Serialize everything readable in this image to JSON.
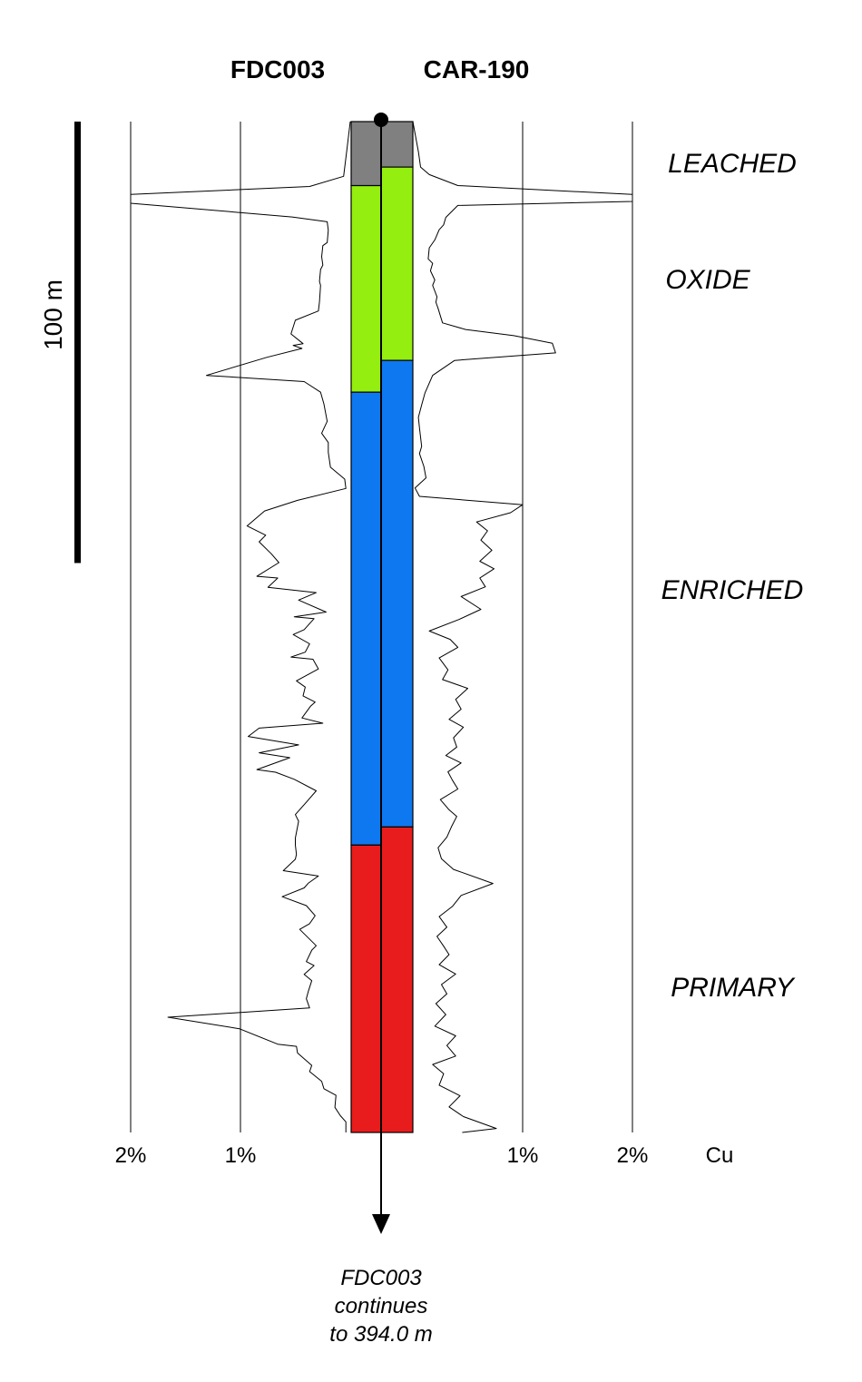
{
  "chart_data": {
    "type": "line",
    "holes": [
      {
        "name": "FDC003",
        "side": "left"
      },
      {
        "name": "CAR-190",
        "side": "right"
      }
    ],
    "axis": {
      "variable": "Cu",
      "unit_label": "Cu",
      "ticks": [
        {
          "side": "left",
          "value": 2,
          "label": "2%"
        },
        {
          "side": "left",
          "value": 1,
          "label": "1%"
        },
        {
          "side": "right",
          "value": 1,
          "label": "1%"
        },
        {
          "side": "right",
          "value": 2,
          "label": "2%"
        }
      ],
      "xlim": [
        0,
        2
      ],
      "grid": true
    },
    "depth_range_m": [
      0,
      229
    ],
    "scale_bar": {
      "label": "100 m",
      "length_m": 100
    },
    "zones": [
      {
        "name": "LEACHED",
        "color": "#808080",
        "FDC003": [
          0,
          14.5
        ],
        "CAR-190": [
          0,
          10.3
        ]
      },
      {
        "name": "OXIDE",
        "color": "#94ee10",
        "FDC003": [
          14.5,
          61.3
        ],
        "CAR-190": [
          10.3,
          54.1
        ]
      },
      {
        "name": "ENRICHED",
        "color": "#0e78f0",
        "FDC003": [
          61.3,
          163.9
        ],
        "CAR-190": [
          54.1,
          159.8
        ]
      },
      {
        "name": "PRIMARY",
        "color": "#e81c1c",
        "FDC003": [
          163.9,
          229
        ],
        "CAR-190": [
          159.8,
          229
        ]
      }
    ],
    "series": [
      {
        "name": "FDC003",
        "depth": [
          0,
          6.2,
          12.4,
          14.7,
          16.5,
          18.5,
          21.6,
          22.7,
          24.6,
          27.4,
          28.1,
          30.6,
          32.5,
          33.5,
          36.2,
          37.1,
          40.8,
          42.9,
          45.0,
          48.1,
          50.3,
          50.7,
          51.4,
          53.4,
          57.5,
          58.9,
          61.3,
          64.0,
          67.9,
          70.6,
          72.7,
          74.9,
          78.3,
          81.0,
          83.1,
          85.8,
          88.2,
          91.6,
          93.7,
          95.2,
          97.9,
          99.9,
          103.0,
          103.4,
          105.5,
          106.7,
          108.4,
          111.1,
          112.2,
          112.6,
          115.1,
          116.2,
          118.3,
          120.2,
          121.3,
          121.8,
          124.0,
          126.7,
          128.1,
          130.1,
          131.5,
          132.4,
          135.1,
          136.3,
          137.4,
          139.3,
          141.2,
          143.0,
          144.1,
          146.8,
          147.4,
          149.0,
          151.6,
          153.9,
          157.0,
          158.5,
          162.3,
          163.9,
          166.0,
          167.1,
          169.7,
          170.9,
          172.5,
          173.6,
          175.6,
          177.6,
          179.9,
          181.7,
          183.0,
          186.7,
          187.7,
          190.3,
          191.2,
          193.2,
          194.6,
          196.9,
          198.7,
          200.8,
          202.9,
          205.5,
          209.0,
          209.5,
          211.0,
          213.8,
          215.2,
          217.4,
          219.1,
          220.6,
          223.3,
          225.2,
          226.6,
          229.0
        ],
        "cu_pct": [
          0.0,
          0.03,
          0.06,
          0.37,
          2.0,
          2.0,
          0.53,
          0.21,
          0.2,
          0.21,
          0.25,
          0.26,
          0.25,
          0.27,
          0.28,
          0.27,
          0.28,
          0.29,
          0.5,
          0.54,
          0.43,
          0.52,
          0.44,
          0.76,
          1.31,
          0.42,
          0.27,
          0.24,
          0.21,
          0.26,
          0.2,
          0.2,
          0.18,
          0.05,
          0.04,
          0.48,
          0.78,
          0.94,
          0.77,
          0.83,
          0.72,
          0.65,
          0.85,
          0.66,
          0.75,
          0.31,
          0.47,
          0.22,
          0.51,
          0.33,
          0.42,
          0.52,
          0.37,
          0.41,
          0.54,
          0.34,
          0.29,
          0.49,
          0.41,
          0.43,
          0.32,
          0.36,
          0.44,
          0.25,
          0.83,
          0.93,
          0.47,
          0.83,
          0.55,
          0.85,
          0.68,
          0.51,
          0.31,
          0.39,
          0.5,
          0.47,
          0.5,
          0.5,
          0.49,
          0.5,
          0.61,
          0.29,
          0.38,
          0.42,
          0.62,
          0.4,
          0.32,
          0.37,
          0.46,
          0.31,
          0.35,
          0.4,
          0.33,
          0.42,
          0.35,
          0.38,
          0.4,
          0.37,
          1.66,
          1.01,
          0.66,
          0.49,
          0.48,
          0.35,
          0.37,
          0.26,
          0.24,
          0.13,
          0.14,
          0.09,
          0.04,
          0.04
        ]
      },
      {
        "name": "CAR-190",
        "depth": [
          0,
          6.8,
          10.3,
          12.0,
          14.5,
          16.5,
          18.1,
          19.0,
          21.7,
          23.4,
          24.5,
          26.8,
          28.6,
          31.1,
          32.1,
          33.8,
          35.9,
          37.1,
          39.7,
          40.9,
          42.3,
          45.6,
          47.1,
          48.5,
          50.2,
          52.4,
          54.1,
          57.5,
          61.5,
          64.2,
          67.0,
          69.4,
          73.6,
          75.2,
          78.1,
          80.7,
          83.0,
          84.9,
          86.8,
          88.6,
          90.7,
          92.7,
          94.8,
          97.1,
          99.6,
          101.3,
          103.4,
          105.4,
          107.6,
          110.5,
          112.8,
          115.4,
          117.3,
          119.1,
          121.5,
          124.2,
          126.4,
          128.4,
          130.9,
          133.1,
          135.4,
          137.2,
          139.6,
          141.7,
          143.6,
          145.3,
          147.3,
          149.2,
          151.2,
          153.6,
          155.9,
          157.4,
          159.8,
          162.1,
          164.5,
          167.0,
          169.4,
          172.6,
          175.3,
          177.8,
          180.1,
          182.5,
          184.6,
          186.8,
          188.7,
          191.0,
          193.1,
          195.5,
          197.6,
          199.8,
          202.3,
          204.9,
          207.1,
          209.3,
          211.7,
          213.6,
          215.7,
          218.3,
          220.7,
          223.2,
          225.4,
          228.1,
          229.0
        ],
        "cu_pct": [
          0.0,
          0.05,
          0.07,
          0.15,
          0.41,
          2.0,
          2.0,
          0.41,
          0.3,
          0.28,
          0.24,
          0.2,
          0.15,
          0.14,
          0.18,
          0.16,
          0.2,
          0.18,
          0.22,
          0.21,
          0.23,
          0.27,
          0.48,
          0.92,
          1.27,
          1.3,
          0.38,
          0.18,
          0.11,
          0.08,
          0.05,
          0.06,
          0.08,
          0.06,
          0.1,
          0.12,
          0.02,
          0.06,
          1.0,
          0.89,
          0.58,
          0.68,
          0.62,
          0.72,
          0.61,
          0.74,
          0.61,
          0.66,
          0.44,
          0.62,
          0.42,
          0.15,
          0.34,
          0.41,
          0.24,
          0.32,
          0.27,
          0.5,
          0.39,
          0.44,
          0.33,
          0.46,
          0.37,
          0.4,
          0.3,
          0.44,
          0.32,
          0.36,
          0.41,
          0.25,
          0.33,
          0.4,
          0.35,
          0.31,
          0.23,
          0.26,
          0.37,
          0.73,
          0.44,
          0.36,
          0.24,
          0.31,
          0.22,
          0.28,
          0.33,
          0.24,
          0.39,
          0.26,
          0.31,
          0.21,
          0.3,
          0.2,
          0.39,
          0.31,
          0.39,
          0.18,
          0.28,
          0.24,
          0.43,
          0.33,
          0.46,
          0.76,
          0.45
        ]
      }
    ],
    "annotation": {
      "lines": [
        "FDC003",
        "continues",
        "to 394.0 m"
      ]
    }
  }
}
